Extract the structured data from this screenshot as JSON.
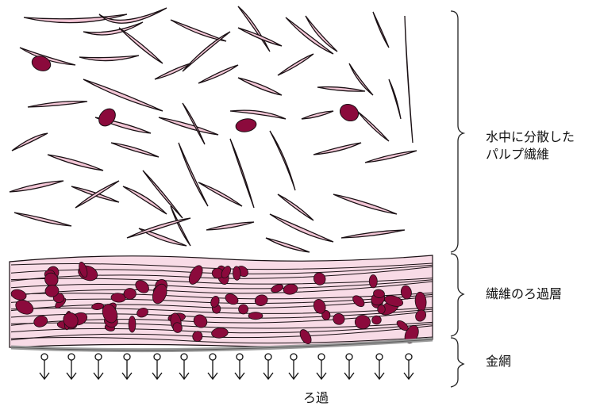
{
  "labels": {
    "dispersed_fibers_line1": "水中に分散した",
    "dispersed_fibers_line2": "パルプ繊維",
    "filtration_layer": "繊維のろ過層",
    "wire_mesh": "金網",
    "filtration": "ろ過"
  },
  "colors": {
    "fiber_fill": "#f3c6d6",
    "fiber_stroke": "#1a1014",
    "particle": "#8b0a3c",
    "mesh": "#9a9a9a",
    "bracket": "#222222"
  },
  "icons": [
    "fiber-strand",
    "dark-particle",
    "filtrate-arrow-icon"
  ]
}
